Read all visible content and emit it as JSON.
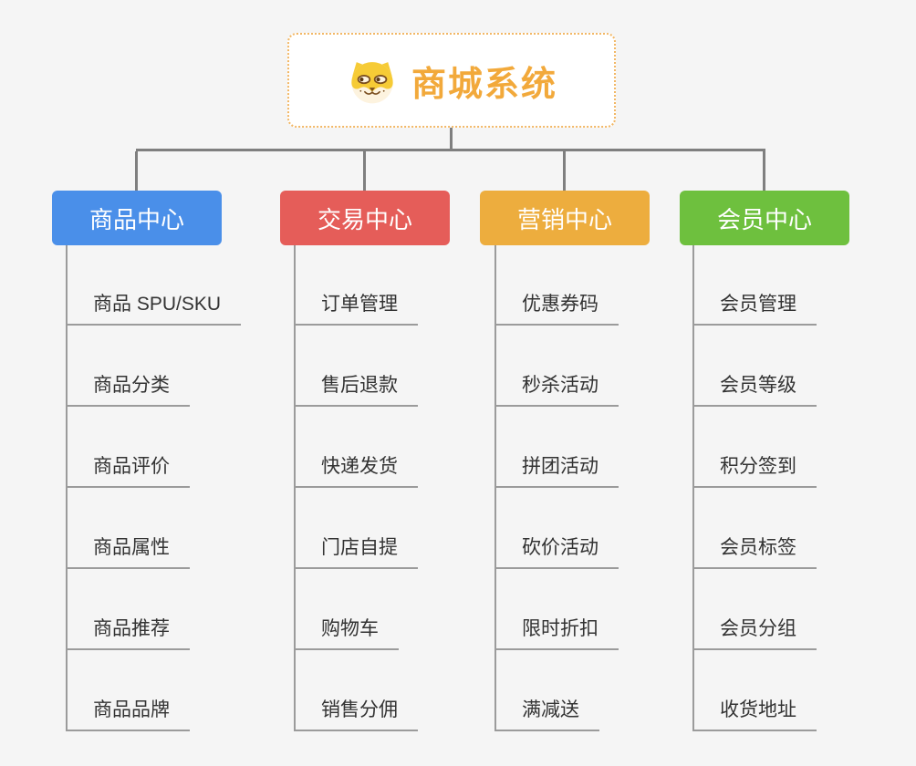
{
  "root": {
    "title": "商城系统",
    "title_color": "#f2a93b",
    "icon": "shiba-dog-icon",
    "border_color": "#f2b765"
  },
  "branches": [
    {
      "label": "商品中心",
      "color": "#4a8fe9",
      "items": [
        "商品 SPU/SKU",
        "商品分类",
        "商品评价",
        "商品属性",
        "商品推荐",
        "商品品牌"
      ]
    },
    {
      "label": "交易中心",
      "color": "#e55d59",
      "items": [
        "订单管理",
        "售后退款",
        "快递发货",
        "门店自提",
        "购物车",
        "销售分佣"
      ]
    },
    {
      "label": "营销中心",
      "color": "#edad3e",
      "items": [
        "优惠券码",
        "秒杀活动",
        "拼团活动",
        "砍价活动",
        "限时折扣",
        "满减送"
      ]
    },
    {
      "label": "会员中心",
      "color": "#6ec03e",
      "items": [
        "会员管理",
        "会员等级",
        "积分签到",
        "会员标签",
        "会员分组",
        "收货地址"
      ]
    }
  ],
  "colors": {
    "background": "#f5f5f5",
    "connector": "#7f7f7f",
    "leaf_line": "#9b9b9b",
    "leaf_text": "#333333"
  }
}
